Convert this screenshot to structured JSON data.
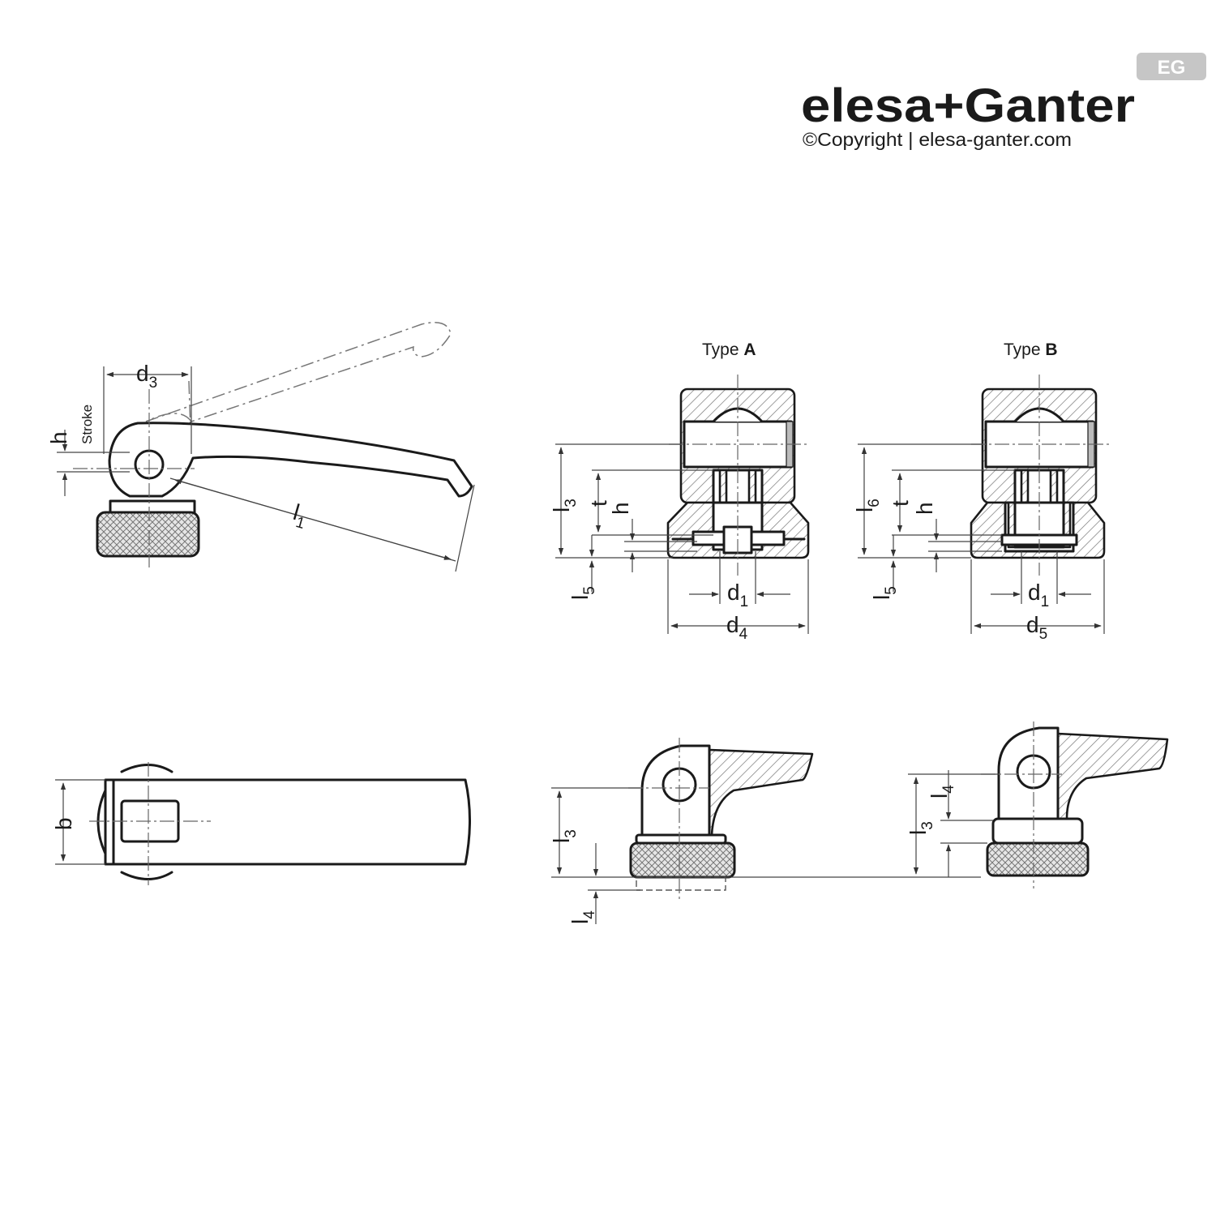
{
  "brand": {
    "logo_badge": "EG",
    "logo_text": "elesa+Ganter",
    "copyright": "©Copyright | elesa-ganter.com"
  },
  "types": {
    "a_prefix": "Type ",
    "a_letter": "A",
    "b_prefix": "Type ",
    "b_letter": "B"
  },
  "dims": {
    "d": "d",
    "l": "l",
    "h": "h",
    "t": "t",
    "b": "b",
    "stroke": "Stroke",
    "sub_1": "1",
    "sub_3": "3",
    "sub_4": "4",
    "sub_5": "5",
    "sub_6": "6"
  }
}
